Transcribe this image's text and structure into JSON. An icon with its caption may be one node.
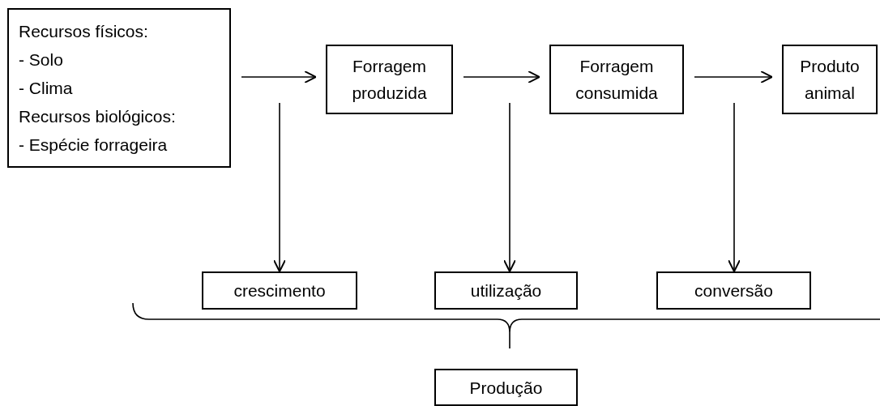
{
  "diagram": {
    "nodes": [
      {
        "text": [
          "Recursos físicos:",
          "- Solo",
          "- Clima",
          "Recursos biológicos:",
          "- Espécie forrageira"
        ]
      },
      {
        "text": [
          "Forragem produzida"
        ]
      },
      {
        "text": [
          "Forragem consumida"
        ]
      },
      {
        "text": [
          "Produto animal"
        ]
      },
      {
        "text": [
          "crescimento"
        ]
      },
      {
        "text": [
          "utilização"
        ]
      },
      {
        "text": [
          "conversão"
        ]
      },
      {
        "text": [
          "Produção"
        ]
      }
    ],
    "edges": [
      {
        "from": 0,
        "to": 1,
        "arrow": "to"
      },
      {
        "from": 1,
        "to": 2,
        "arrow": "to"
      },
      {
        "from": 2,
        "to": 3,
        "arrow": "to"
      },
      {
        "from": null,
        "to": 4,
        "arrow": "to"
      },
      {
        "from": null,
        "to": 5,
        "arrow": "to"
      },
      {
        "from": null,
        "to": 6,
        "arrow": "to"
      }
    ]
  }
}
